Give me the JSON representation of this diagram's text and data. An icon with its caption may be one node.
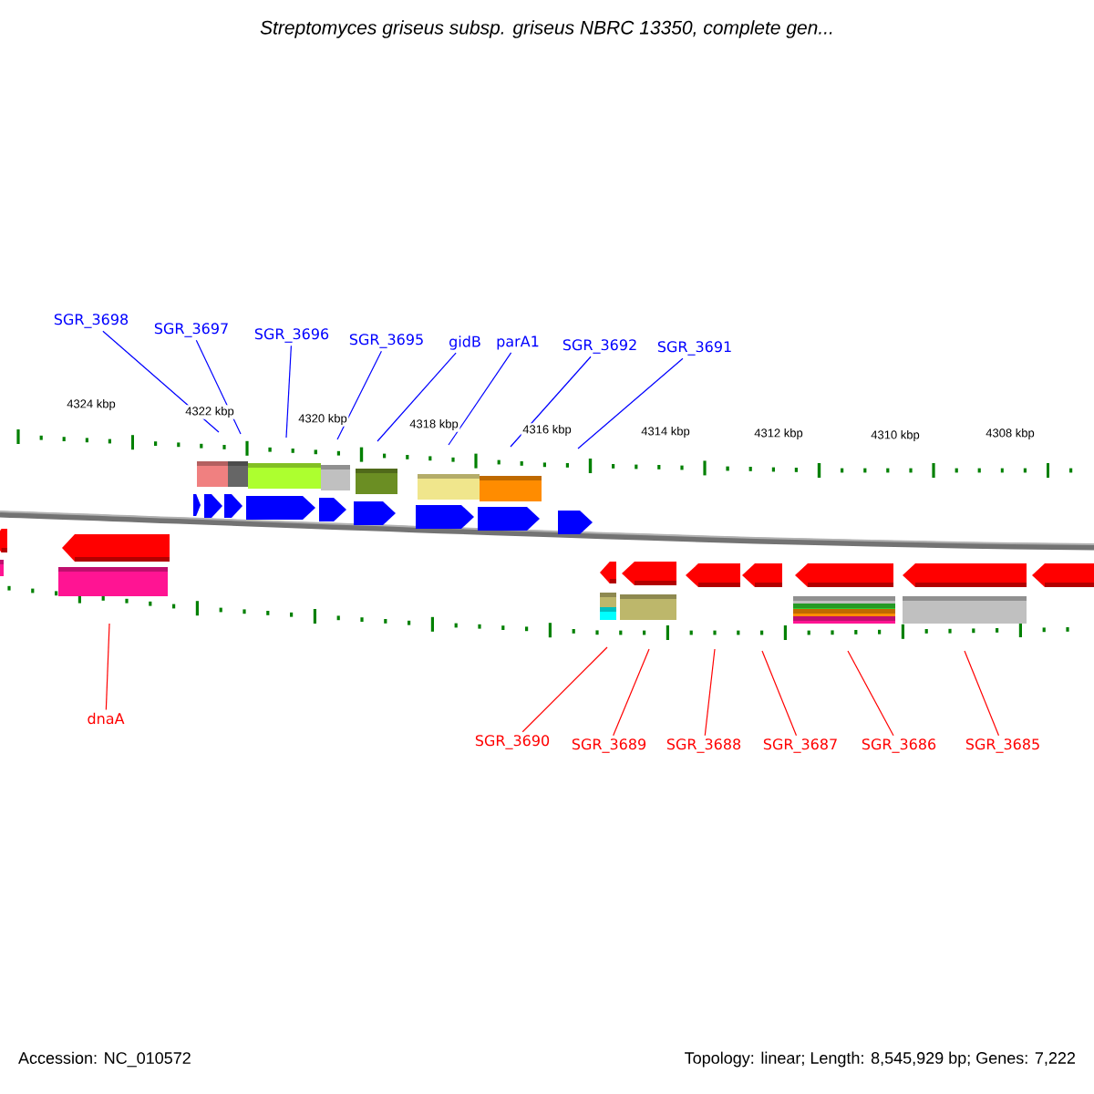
{
  "diagram": {
    "title": "Streptomyces griseus subsp. griseus NBRC 13350, complete gen...",
    "nodes": [
      {
        "text": [
          "SGR_3698"
        ]
      },
      {
        "text": [
          "SGR_3697"
        ]
      },
      {
        "text": [
          "SGR_3696"
        ]
      },
      {
        "text": [
          "SGR_3695"
        ]
      },
      {
        "text": [
          "gidB"
        ]
      },
      {
        "text": [
          "parA1"
        ]
      },
      {
        "text": [
          "SGR_3692"
        ]
      },
      {
        "text": [
          "SGR_3691"
        ]
      },
      {
        "text": [
          "dnaA"
        ]
      },
      {
        "text": [
          "SGR_3690"
        ]
      },
      {
        "text": [
          "SGR_3689"
        ]
      },
      {
        "text": [
          "SGR_3688"
        ]
      },
      {
        "text": [
          "SGR_3687"
        ]
      },
      {
        "text": [
          "SGR_3686"
        ]
      },
      {
        "text": [
          "SGR_3685"
        ]
      }
    ],
    "edges": [
      {
        "from": 0,
        "to": null,
        "arrow": "none"
      },
      {
        "from": 1,
        "to": null,
        "arrow": "none"
      },
      {
        "from": 2,
        "to": null,
        "arrow": "none"
      },
      {
        "from": 3,
        "to": null,
        "arrow": "none"
      },
      {
        "from": 4,
        "to": null,
        "arrow": "none"
      },
      {
        "from": 5,
        "to": null,
        "arrow": "none"
      },
      {
        "from": 6,
        "to": null,
        "arrow": "none"
      },
      {
        "from": 7,
        "to": null,
        "arrow": "none"
      },
      {
        "from": 8,
        "to": null,
        "arrow": "none",
        "color": "#ff0000"
      },
      {
        "from": 9,
        "to": null,
        "arrow": "none",
        "color": "#ff0000"
      },
      {
        "from": 10,
        "to": null,
        "arrow": "none",
        "color": "#ff0000"
      },
      {
        "from": 11,
        "to": null,
        "arrow": "none",
        "color": "#ff0000"
      },
      {
        "from": 12,
        "to": null,
        "arrow": "none",
        "color": "#ff0000"
      },
      {
        "from": 13,
        "to": null,
        "arrow": "none",
        "color": "#ff0000"
      },
      {
        "from": 14,
        "to": null,
        "arrow": "none",
        "color": "#ff0000"
      }
    ],
    "labels": [
      "4324 kbp",
      "4322 kbp",
      "4320 kbp",
      "4318 kbp",
      "4316 kbp",
      "4314 kbp",
      "4312 kbp",
      "4310 kbp",
      "4308 kbp",
      "Accession: NC_010572",
      "Topology: linear; Length: 8,545,929 bp; Genes: 7,222"
    ]
  }
}
